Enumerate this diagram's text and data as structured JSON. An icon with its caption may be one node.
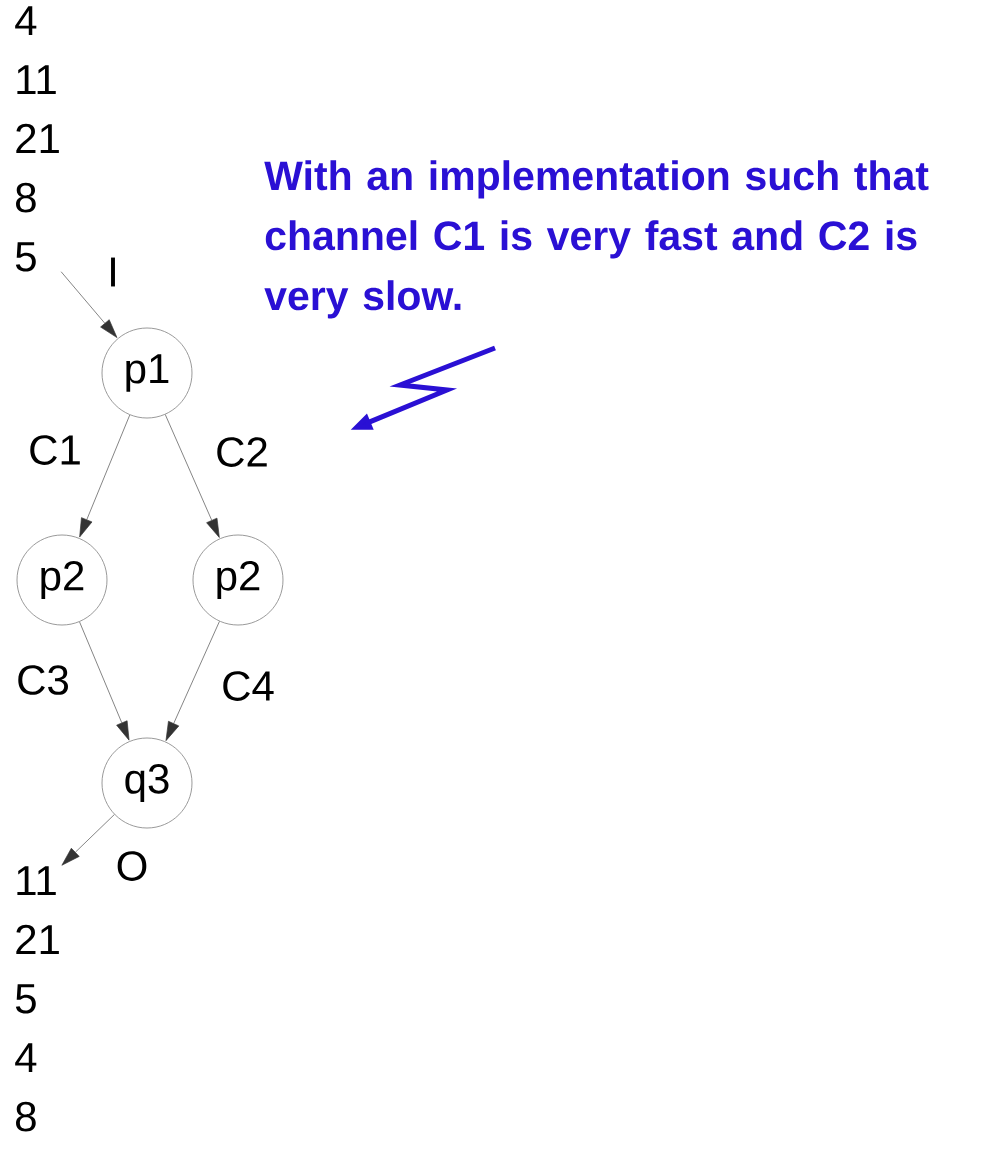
{
  "diagram": {
    "nodes": [
      {
        "text": [
          "4",
          "11",
          "21",
          "8",
          "5"
        ]
      },
      {
        "text": [
          "p1"
        ]
      },
      {
        "text": [
          "p2"
        ]
      },
      {
        "text": [
          "p2"
        ]
      },
      {
        "text": [
          "q3"
        ]
      },
      {
        "text": [
          "11",
          "21",
          "5",
          "4",
          "8"
        ]
      }
    ],
    "edges": [
      {
        "from": 0,
        "to": 1,
        "arrow": "to",
        "label": "I"
      },
      {
        "from": 1,
        "to": 2,
        "arrow": "to",
        "label": "C1"
      },
      {
        "from": 1,
        "to": 3,
        "arrow": "to",
        "label": "C2"
      },
      {
        "from": 2,
        "to": 4,
        "arrow": "to",
        "label": "C3"
      },
      {
        "from": 3,
        "to": 4,
        "arrow": "to",
        "label": "C4"
      },
      {
        "from": 4,
        "to": 5,
        "arrow": "to",
        "label": "O"
      }
    ],
    "labels": [
      "With an implementation such that channel C1 is very fast and C2 is very slow."
    ]
  }
}
